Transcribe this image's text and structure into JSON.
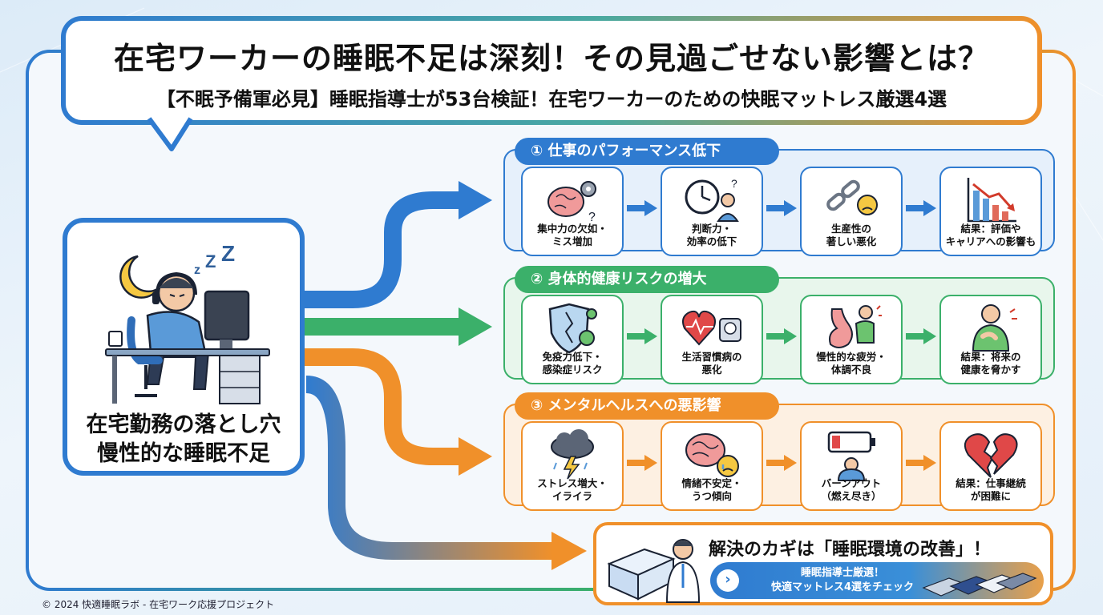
{
  "header": {
    "title": "在宅ワーカーの睡眠不足は深刻！その見過ごせない影響とは？",
    "subtitle": "【不眠予備軍必見】睡眠指導士が53台検証！在宅ワーカーのための快眠マットレス厳選4選"
  },
  "left_panel": {
    "line1": "在宅勤務の落とし穴",
    "line2": "慢性的な睡眠不足",
    "zzz": "zZZ"
  },
  "sections": [
    {
      "label": "① 仕事のパフォーマンス低下",
      "color": "#2f7bd0",
      "bg": "#e6f0fb",
      "cards": [
        {
          "text": "集中力の欠如・\nミス増加",
          "icon": "brain-gear-icon"
        },
        {
          "text": "判断力・\n効率の低下",
          "icon": "clock-confused-person-icon"
        },
        {
          "text": "生産性の\n著しい悪化",
          "icon": "broken-chain-icon"
        },
        {
          "text": "結果：評価や\nキャリアへの影響も",
          "icon": "declining-chart-icon"
        }
      ]
    },
    {
      "label": "② 身体的健康リスクの増大",
      "color": "#3bb06a",
      "bg": "#e8f6ec",
      "cards": [
        {
          "text": "免疫力低下・\n感染症リスク",
          "icon": "cracked-shield-virus-icon"
        },
        {
          "text": "生活習慣病の\n悪化",
          "icon": "heart-scale-icon"
        },
        {
          "text": "慢性的な疲労・\n体調不良",
          "icon": "stomach-back-pain-icon"
        },
        {
          "text": "結果：将来の\n健康を脅かす",
          "icon": "chest-pain-person-icon"
        }
      ]
    },
    {
      "label": "③ メンタルヘルスへの悪影響",
      "color": "#f0902a",
      "bg": "#fdf0e2",
      "cards": [
        {
          "text": "ストレス増大・\nイライラ",
          "icon": "storm-cloud-icon"
        },
        {
          "text": "情緒不安定・\nうつ傾向",
          "icon": "brain-sad-face-icon"
        },
        {
          "text": "バーンアウト\n（燃え尽き）",
          "icon": "empty-battery-icon"
        },
        {
          "text": "結果：仕事継続\nが困難に",
          "icon": "broken-heart-icon"
        }
      ]
    }
  ],
  "solution": {
    "title": "解決のカギは「睡眠環境の改善」！",
    "cta": "睡眠指導士厳選！\n快適マットレス4選をチェック",
    "cta_icon": "chevron-right-icon"
  },
  "footer": "© 2024 快適睡眠ラボ - 在宅ワーク応援プロジェクト"
}
